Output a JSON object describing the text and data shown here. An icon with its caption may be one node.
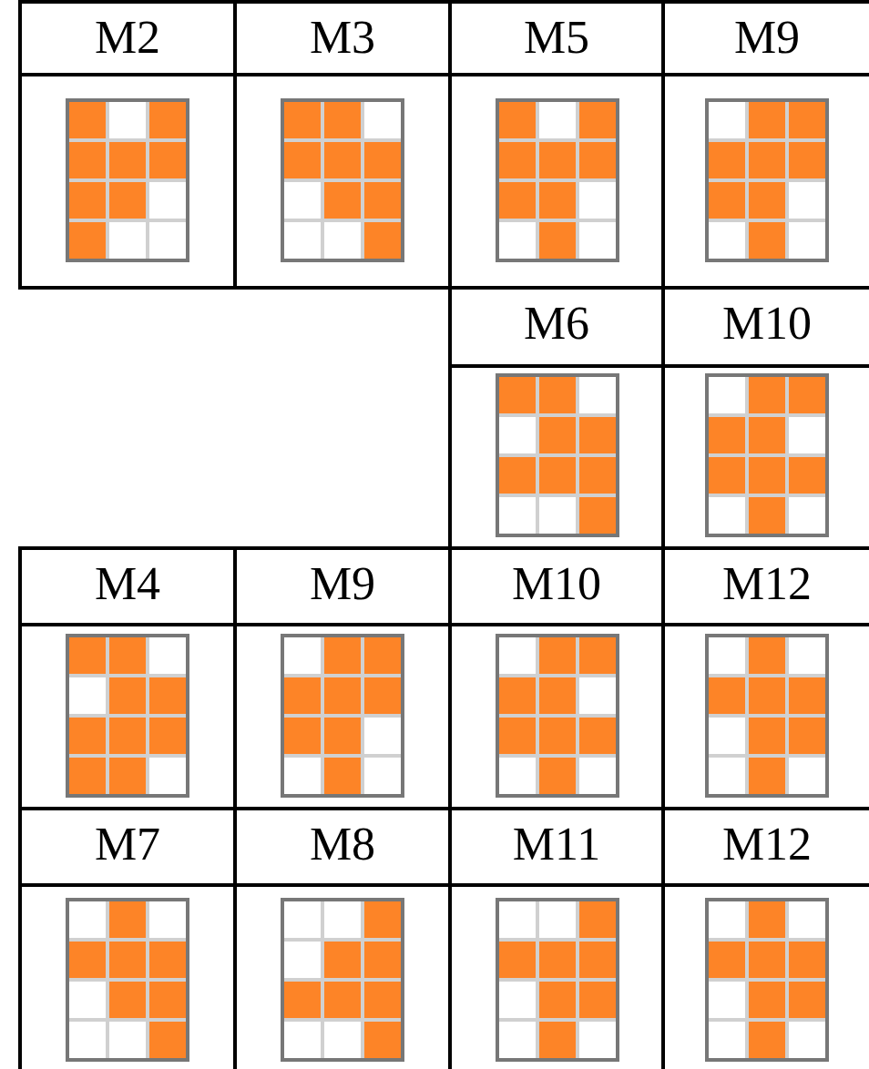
{
  "diagram": {
    "labels": [
      "M2",
      "M3",
      "M5",
      "M9",
      "M6",
      "M10",
      "M4",
      "M9",
      "M10",
      "M12",
      "M7",
      "M8",
      "M11",
      "M12"
    ]
  }
}
